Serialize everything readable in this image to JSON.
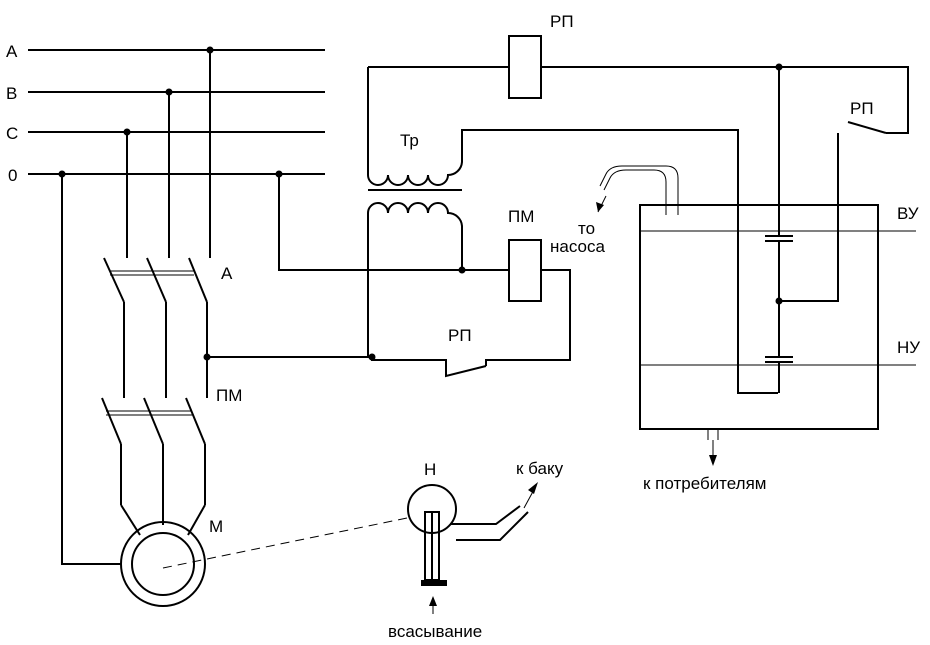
{
  "phases": {
    "a": "A",
    "b": "B",
    "c": "C",
    "zero": "0"
  },
  "components": {
    "breaker": "A",
    "starter_contacts": "ПМ",
    "motor": "М",
    "transformer": "Тр",
    "relay_coil": "РП",
    "relay_contact_right": "РП",
    "starter_coil": "ПМ",
    "relay_contact_nc": "РП",
    "pump": "Н"
  },
  "tank": {
    "upper_level": "ВУ",
    "lower_level": "НУ",
    "inlet_line1": "то",
    "inlet_line2": "насоса",
    "outlet": "к потребителям"
  },
  "pump_lines": {
    "to_tank": "к баку",
    "suction": "всасывание"
  }
}
